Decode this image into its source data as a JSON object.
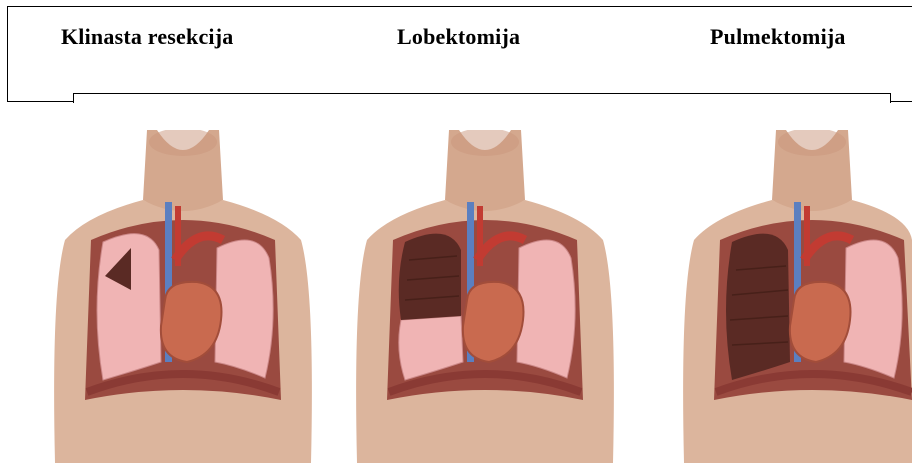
{
  "procedures": [
    {
      "label": "Klinasta resekcija",
      "resected": "wedge"
    },
    {
      "label": "Lobektomija",
      "resected": "lobe"
    },
    {
      "label": "Pulmektomija",
      "resected": "lung"
    }
  ],
  "colors": {
    "skin": "#d9b29a",
    "lung": "#f0b4b4",
    "resected": "#5a2a24",
    "heart": "#c96a4f",
    "vein": "#5b7fc0",
    "artery": "#c23b32",
    "diaphragm": "#8a3a34"
  }
}
